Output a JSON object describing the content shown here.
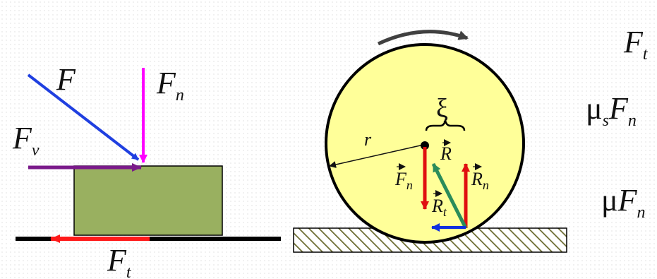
{
  "block_diagram": {
    "applied_force_label": "F",
    "normal_force_label": "F",
    "normal_force_sub": "n",
    "horizontal_force_label": "F",
    "horizontal_force_sub": "v",
    "friction_force_label": "F",
    "friction_force_sub": "t"
  },
  "wheel_diagram": {
    "rotation_label": "",
    "offset_label": "ξ",
    "radius_label": "r",
    "normal_force_label": "F",
    "normal_force_sub": "n",
    "resultant_label": "R",
    "reaction_normal_label": "R",
    "reaction_normal_sub": "n",
    "reaction_tangential_label": "R",
    "reaction_tangential_sub": "t"
  },
  "formulas": [
    {
      "prefix": "",
      "main": "F",
      "sub": "t"
    },
    {
      "prefix": "μ",
      "prefix_sub": "s",
      "main": "F",
      "sub": "n"
    },
    {
      "prefix": "μ",
      "prefix_sub": "",
      "main": "F",
      "sub": "n"
    }
  ],
  "colors": {
    "block_fill": "#99b060",
    "wheel_fill": "#ffff99",
    "applied_force": "#1f3fe0",
    "normal_force": "#ff00ff",
    "horizontal_force": "#7a1a8a",
    "friction_force": "#ff1a1a",
    "wheel_normal": "#e01010",
    "resultant": "#2a8c5a",
    "tangential": "#1030e0"
  }
}
